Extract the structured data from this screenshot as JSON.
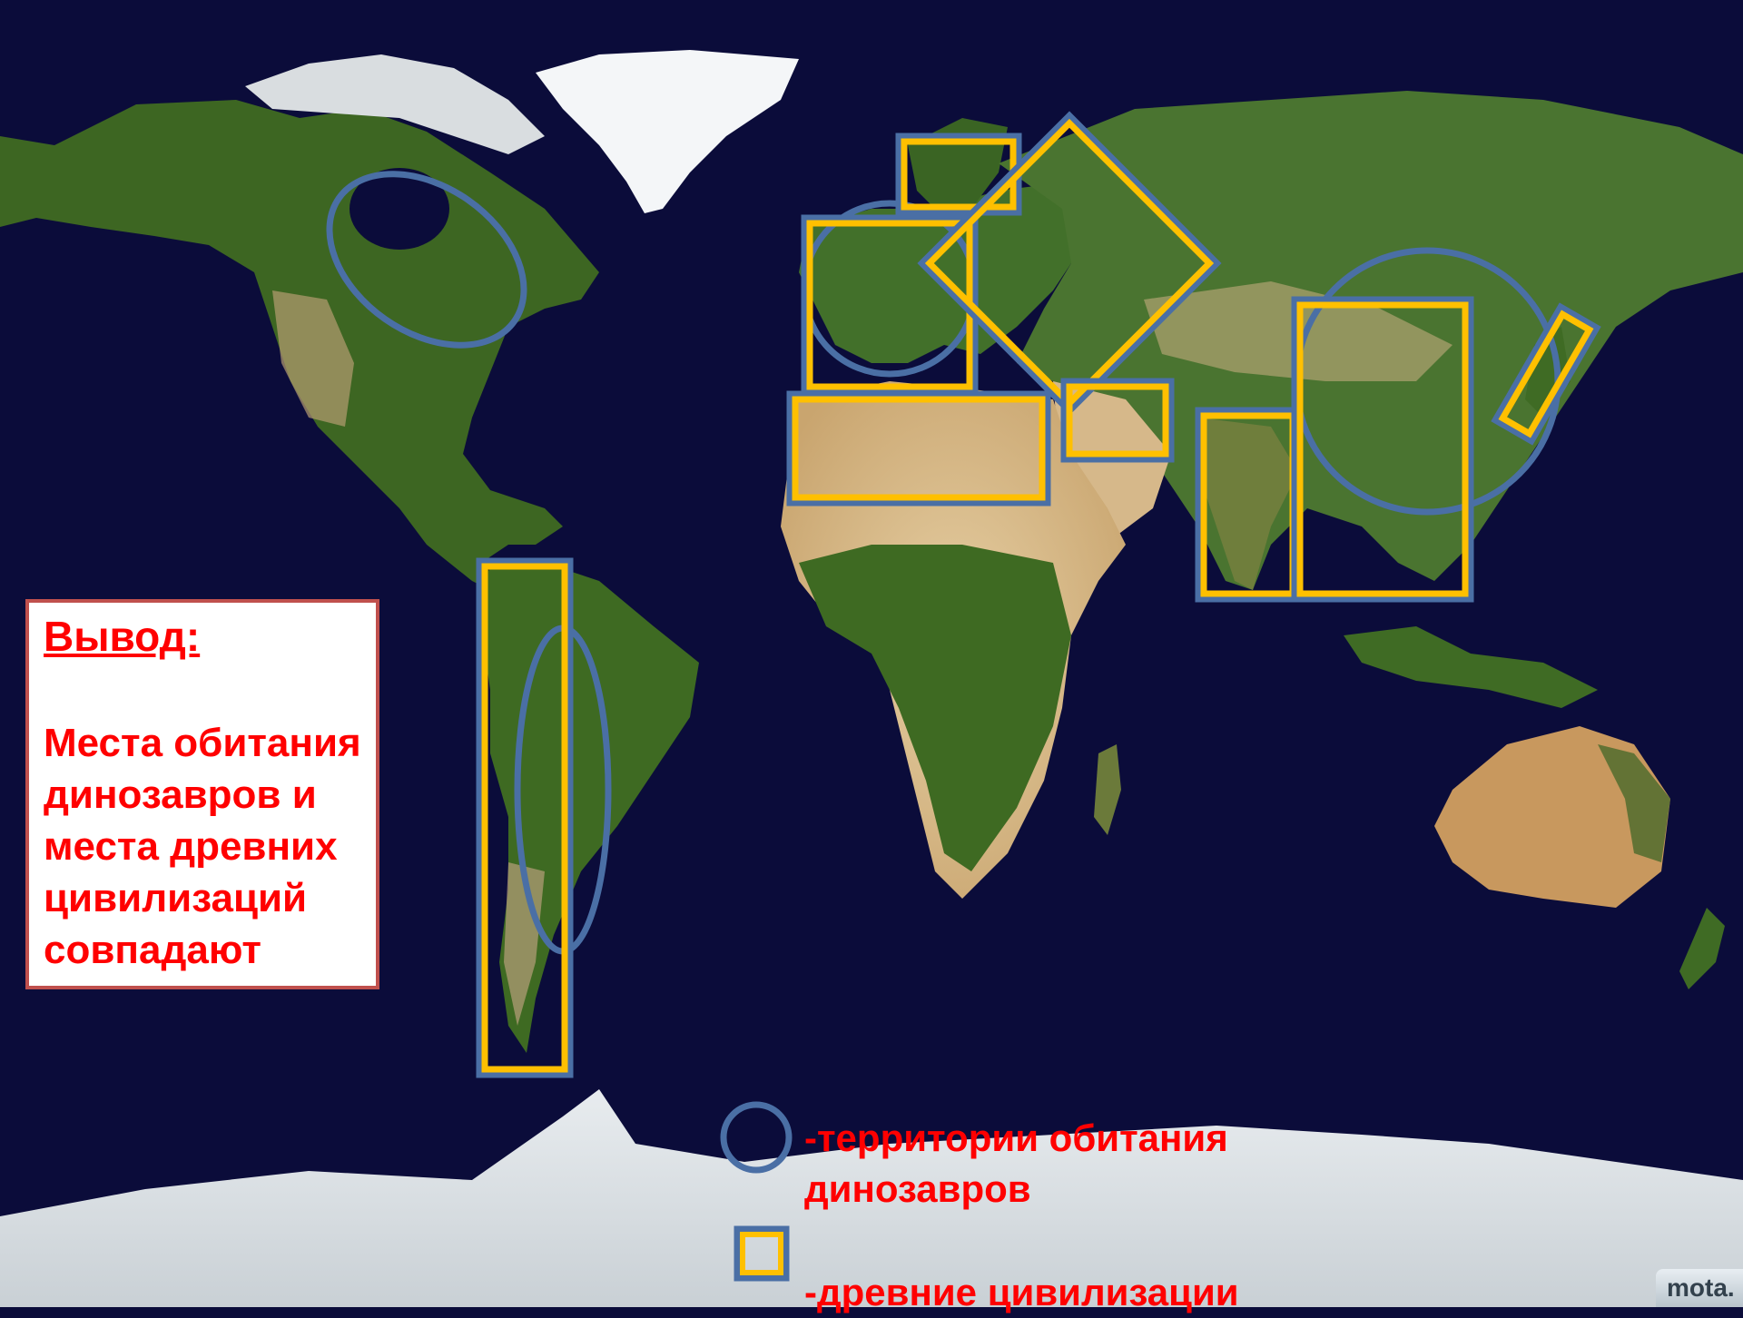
{
  "colors": {
    "ocean": "#0b0c3a",
    "land_green": "#3f6b22",
    "land_desert": "#d8b88a",
    "ice": "#f2f4f6",
    "marker_blue": "#4a6fa5",
    "marker_yellow": "#ffc000",
    "text_red": "#ff0000"
  },
  "conclusion": {
    "title": "Вывод:",
    "text": "Места обитания динозавров и места древних цивилизаций совпадают"
  },
  "legend": {
    "dinosaur_icon": "circle-outline-icon",
    "dinosaur_label": "-территории обитания динозавров",
    "civilization_icon": "square-outline-icon",
    "civilization_label": "-древние цивилизации"
  },
  "watermark": "mota."
}
